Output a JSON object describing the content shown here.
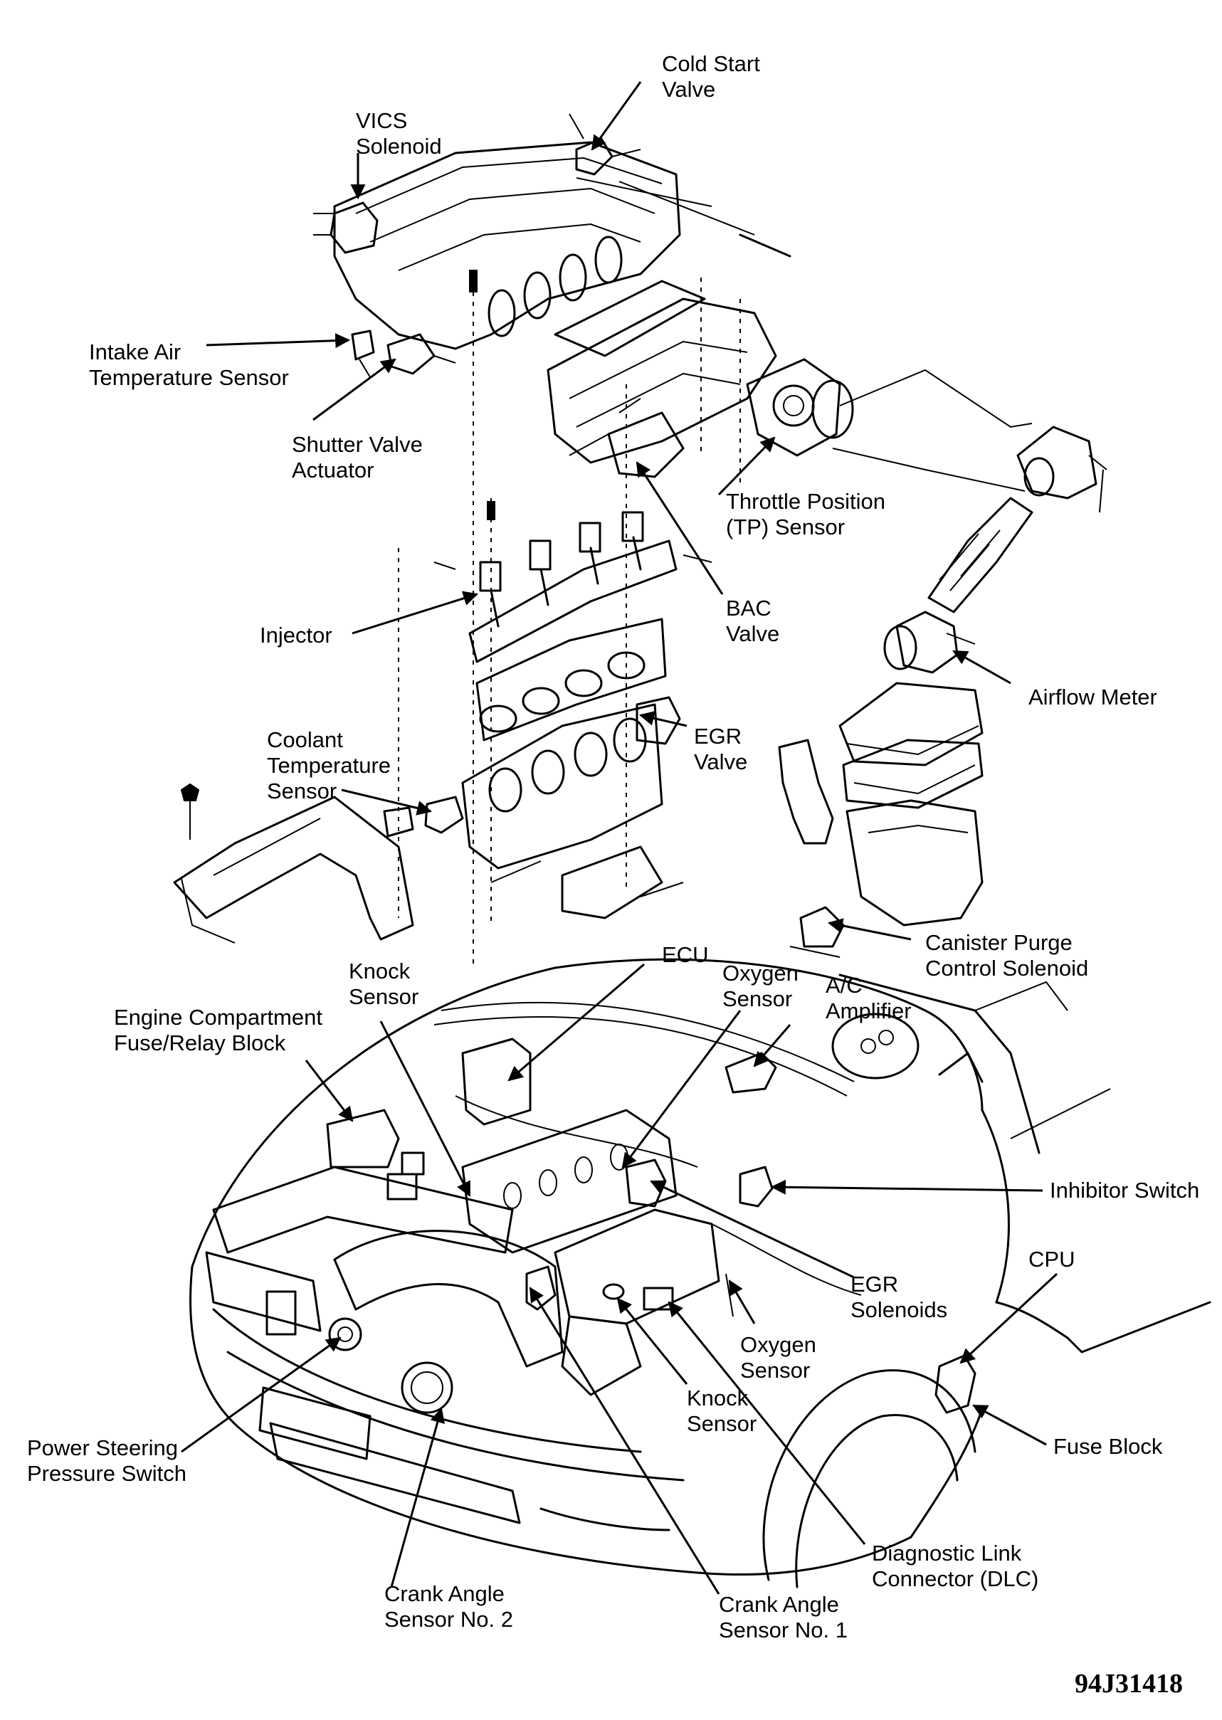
{
  "diagram": {
    "figure_code": "94J31418",
    "labels": {
      "cold_start_valve": [
        "Cold Start",
        "Valve"
      ],
      "vics_solenoid": [
        "VICS",
        "Solenoid"
      ],
      "intake_air_temp_sensor": [
        "Intake Air",
        "Temperature Sensor"
      ],
      "shutter_valve_actuator": [
        "Shutter Valve",
        "Actuator"
      ],
      "tp_sensor": [
        "Throttle Position",
        "(TP) Sensor"
      ],
      "bac_valve": [
        "BAC",
        "Valve"
      ],
      "injector": [
        "Injector"
      ],
      "airflow_meter": [
        "Airflow Meter"
      ],
      "coolant_temp_sensor": [
        "Coolant",
        "Temperature",
        "Sensor"
      ],
      "egr_valve": [
        "EGR",
        "Valve"
      ],
      "canister_purge_solenoid": [
        "Canister Purge",
        "Control Solenoid"
      ],
      "ecu": [
        "ECU"
      ],
      "knock_sensor_top": [
        "Knock",
        "Sensor"
      ],
      "oxygen_sensor_top": [
        "Oxygen",
        "Sensor"
      ],
      "ac_amplifier": [
        "A/C",
        "Amplifier"
      ],
      "engine_compartment_fuse_block": [
        "Engine Compartment",
        "Fuse/Relay Block"
      ],
      "inhibitor_switch": [
        "Inhibitor Switch"
      ],
      "cpu": [
        "CPU"
      ],
      "egr_solenoids": [
        "EGR",
        "Solenoids"
      ],
      "oxygen_sensor_bottom": [
        "Oxygen",
        "Sensor"
      ],
      "fuse_block": [
        "Fuse Block"
      ],
      "knock_sensor_bottom": [
        "Knock",
        "Sensor"
      ],
      "power_steering_pressure_switch": [
        "Power Steering",
        "Pressure Switch"
      ],
      "diagnostic_link_connector": [
        "Diagnostic Link",
        "Connector (DLC)"
      ],
      "crank_angle_sensor_2": [
        "Crank Angle",
        "Sensor No. 2"
      ],
      "crank_angle_sensor_1": [
        "Crank Angle",
        "Sensor No. 1"
      ]
    }
  }
}
